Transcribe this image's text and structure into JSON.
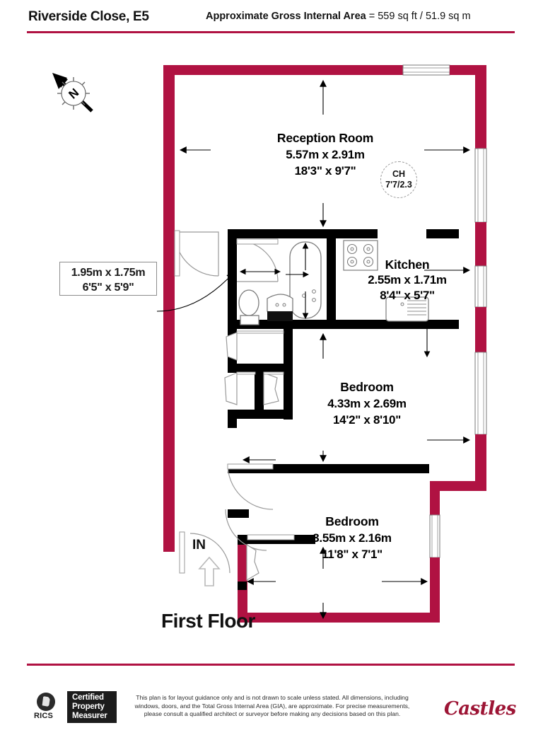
{
  "header": {
    "title": "Riverside Close, E5",
    "area_label": "Approximate Gross Internal Area",
    "area_value": "= 559 sq ft / 51.9 sq m"
  },
  "plan": {
    "floor_title": "First Floor",
    "entrance_marker": "IN",
    "ceiling_height": {
      "label": "CH",
      "value": "7'7/2.3"
    },
    "compass": "N",
    "rooms": [
      {
        "id": "reception",
        "name": "Reception Room",
        "metric": "5.57m x 2.91m",
        "imperial": "18'3\" x 9'7\""
      },
      {
        "id": "kitchen",
        "name": "Kitchen",
        "metric": "2.55m x 1.71m",
        "imperial": "8'4\" x 5'7\""
      },
      {
        "id": "bathroom",
        "name": "",
        "metric": "1.95m x 1.75m",
        "imperial": "6'5\" x 5'9\""
      },
      {
        "id": "bedroom-1",
        "name": "Bedroom",
        "metric": "4.33m x 2.69m",
        "imperial": "14'2\" x 8'10\""
      },
      {
        "id": "bedroom-2",
        "name": "Bedroom",
        "metric": "3.55m x 2.16m",
        "imperial": "11'8\" x 7'1\""
      }
    ]
  },
  "footer": {
    "rics_word": "RICS",
    "badge_line_1": "Certified",
    "badge_line_2": "Property",
    "badge_line_3": "Measurer",
    "disclaimer": "This plan is for layout guidance only and is not drawn to scale unless stated. All dimensions, including windows, doors, and the Total Gross Internal Area (GIA), are approximate. For precise measurements, please consult a qualified architect or surveyor before making any decisions based on this plan.",
    "brand": "Castles"
  },
  "colors": {
    "accent": "#b01242",
    "brand": "#9d1535",
    "wall": "#000000"
  }
}
